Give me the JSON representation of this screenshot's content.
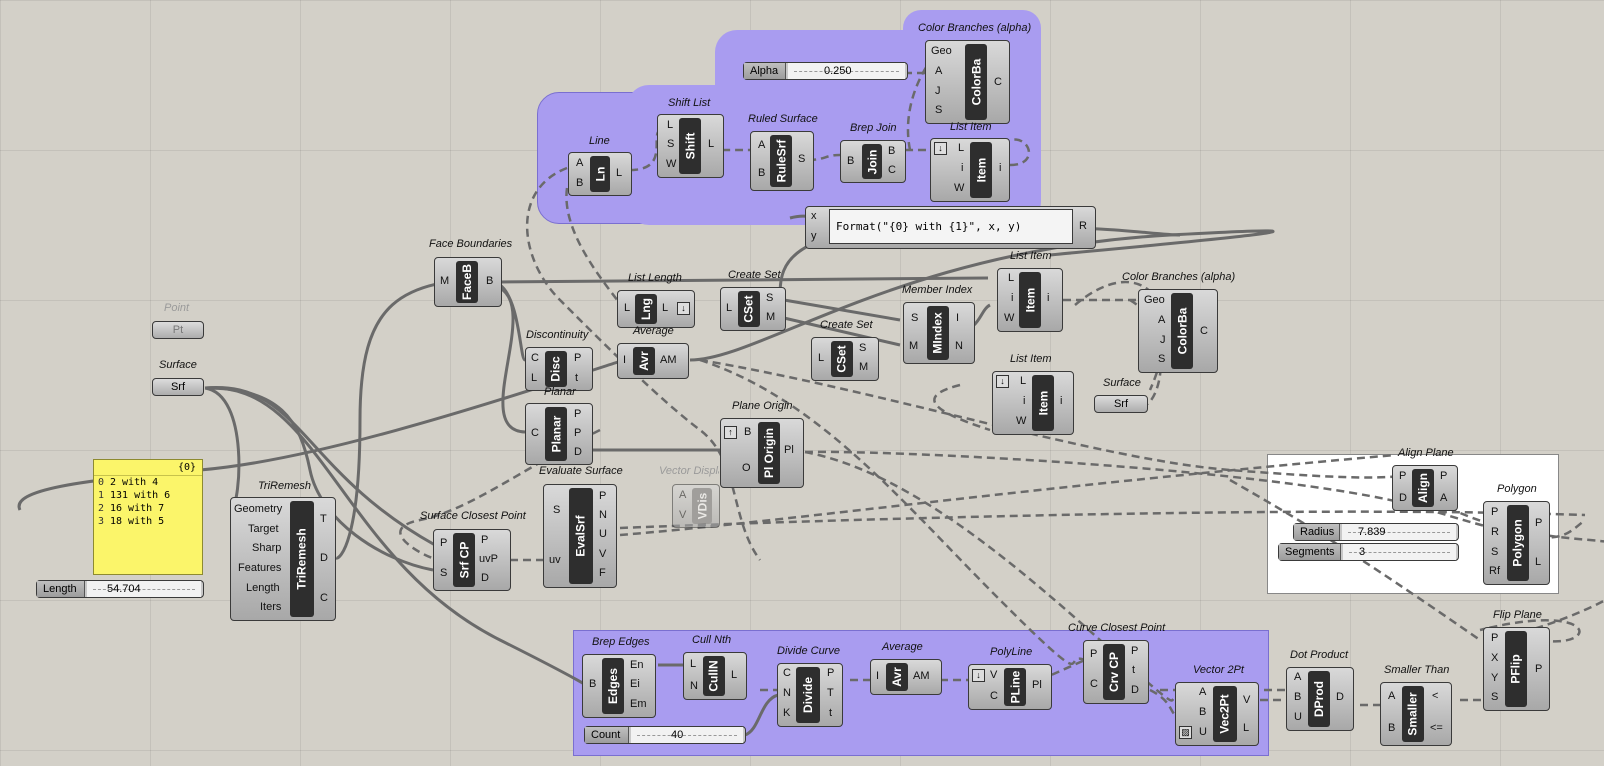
{
  "groups": [],
  "components": {
    "color_branches_1": {
      "title": "Color Branches (alpha)",
      "inputs": [
        "Geo",
        "A",
        "J",
        "S"
      ],
      "core": "ColorBa",
      "outputs": [
        "C"
      ]
    },
    "alpha_slider": {
      "label": "Alpha",
      "value": "0.250"
    },
    "shift_list": {
      "title": "Shift List",
      "inputs": [
        "L",
        "S",
        "W"
      ],
      "core": "Shift",
      "outputs": [
        "L"
      ]
    },
    "ruled_surface": {
      "title": "Ruled Surface",
      "inputs": [
        "A",
        "B"
      ],
      "core": "RuleSrf",
      "outputs": [
        "S"
      ]
    },
    "brep_join": {
      "title": "Brep Join",
      "inputs": [
        "B"
      ],
      "core": "Join",
      "outputs": [
        "B",
        "C"
      ]
    },
    "list_item_1": {
      "title": "List Item",
      "inputs": [
        "L",
        "i",
        "W"
      ],
      "core": "Item",
      "outputs": [
        "i"
      ]
    },
    "line": {
      "title": "Line",
      "inputs": [
        "A",
        "B"
      ],
      "core": "Ln",
      "outputs": [
        "L"
      ]
    },
    "format": {
      "inputs": [
        "x",
        "y"
      ],
      "expression": "Format(\"{0} with {1}\", x, y)",
      "outputs": [
        "R"
      ]
    },
    "face_boundaries": {
      "title": "Face Boundaries",
      "inputs": [
        "M"
      ],
      "core": "FaceB",
      "outputs": [
        "B"
      ]
    },
    "list_length": {
      "title": "List Length",
      "inputs": [
        "L"
      ],
      "core": "Lng",
      "outputs": [
        "L"
      ]
    },
    "create_set_1": {
      "title": "Create Set",
      "inputs": [
        "L"
      ],
      "core": "CSet",
      "outputs": [
        "S",
        "M"
      ]
    },
    "list_item_2": {
      "title": "List Item",
      "inputs": [
        "L",
        "i",
        "W"
      ],
      "core": "Item",
      "outputs": [
        "i"
      ]
    },
    "color_branches_2": {
      "title": "Color Branches (alpha)",
      "inputs": [
        "Geo",
        "A",
        "J",
        "S"
      ],
      "core": "ColorBa",
      "outputs": [
        "C"
      ]
    },
    "member_index": {
      "title": "Member Index",
      "inputs": [
        "S",
        "M"
      ],
      "core": "MIndex",
      "outputs": [
        "I",
        "N"
      ]
    },
    "create_set_2": {
      "title": "Create Set",
      "inputs": [
        "L"
      ],
      "core": "CSet",
      "outputs": [
        "S",
        "M"
      ]
    },
    "point": {
      "title": "Point",
      "label": "Pt"
    },
    "discontinuity": {
      "title": "Discontinuity",
      "inputs": [
        "C",
        "L"
      ],
      "core": "Disc",
      "outputs": [
        "P",
        "t"
      ]
    },
    "average_1": {
      "title": "Average",
      "inputs": [
        "I"
      ],
      "core": "Avr",
      "outputs": [
        "AM"
      ]
    },
    "list_item_3": {
      "title": "List Item",
      "inputs": [
        "L",
        "i",
        "W"
      ],
      "core": "Item",
      "outputs": [
        "i"
      ]
    },
    "surface_param_1": {
      "title": "Surface",
      "label": "Srf"
    },
    "surface_param_2": {
      "title": "Surface",
      "label": "Srf"
    },
    "planar": {
      "title": "Planar",
      "inputs": [
        "C"
      ],
      "core": "Planar",
      "outputs": [
        "P",
        "P",
        "D"
      ]
    },
    "plane_origin": {
      "title": "Plane Origin",
      "inputs": [
        "B",
        "O"
      ],
      "core": "Pl Origin",
      "outputs": [
        "Pl"
      ]
    },
    "panel": {
      "header": "{0}",
      "rows": [
        {
          "i": "0",
          "t": "2 with 4"
        },
        {
          "i": "1",
          "t": "131 with 6"
        },
        {
          "i": "2",
          "t": "16 with 7"
        },
        {
          "i": "3",
          "t": "18 with 5"
        }
      ]
    },
    "trimesh": {
      "title": "TriRemesh",
      "inputs": [
        "Geometry",
        "Target",
        "Sharp",
        "Features",
        "Length",
        "Iters"
      ],
      "core": "TriRemesh",
      "outputs": [
        "T",
        "D",
        "C"
      ]
    },
    "length_slider": {
      "label": "Length",
      "value": "54.704"
    },
    "evaluate_surface": {
      "title": "Evaluate Surface",
      "inputs": [
        "S",
        "uv"
      ],
      "core": "EvalSrf",
      "outputs": [
        "P",
        "N",
        "U",
        "V",
        "F"
      ]
    },
    "vector_display": {
      "title": "Vector Display",
      "inputs": [
        "A",
        "V"
      ],
      "core": "VDis"
    },
    "surface_closest_point": {
      "title": "Surface Closest Point",
      "inputs": [
        "P",
        "S"
      ],
      "core": "Srf CP",
      "outputs": [
        "P",
        "uvP",
        "D"
      ]
    },
    "align_plane": {
      "title": "Align Plane",
      "inputs": [
        "P",
        "D"
      ],
      "core": "Align",
      "outputs": [
        "P",
        "A"
      ]
    },
    "polygon": {
      "title": "Polygon",
      "inputs": [
        "P",
        "R",
        "S",
        "Rf"
      ],
      "core": "Polygon",
      "outputs": [
        "P",
        "L"
      ]
    },
    "radius_slider": {
      "label": "Radius",
      "value": "7.839"
    },
    "segments_slider": {
      "label": "Segments",
      "value": "3"
    },
    "brep_edges": {
      "title": "Brep Edges",
      "inputs": [
        "B"
      ],
      "core": "Edges",
      "outputs": [
        "En",
        "Ei",
        "Em"
      ]
    },
    "cull_nth": {
      "title": "Cull Nth",
      "inputs": [
        "L",
        "N"
      ],
      "core": "CullN",
      "outputs": [
        "L"
      ]
    },
    "divide_curve": {
      "title": "Divide Curve",
      "inputs": [
        "C",
        "N",
        "K"
      ],
      "core": "Divide",
      "outputs": [
        "P",
        "T",
        "t"
      ]
    },
    "average_2": {
      "title": "Average",
      "inputs": [
        "I"
      ],
      "core": "Avr",
      "outputs": [
        "AM"
      ]
    },
    "polyline": {
      "title": "PolyLine",
      "inputs": [
        "V",
        "C"
      ],
      "core": "PLine",
      "outputs": [
        "Pl"
      ]
    },
    "curve_closest_point": {
      "title": "Curve Closest Point",
      "inputs": [
        "P",
        "C"
      ],
      "core": "Crv CP",
      "outputs": [
        "P",
        "t",
        "D"
      ]
    },
    "vector_2pt": {
      "title": "Vector 2Pt",
      "inputs": [
        "A",
        "B",
        "U"
      ],
      "core": "Vec2Pt",
      "outputs": [
        "V",
        "L"
      ]
    },
    "dot_product": {
      "title": "Dot Product",
      "inputs": [
        "A",
        "B",
        "U"
      ],
      "core": "DProd",
      "outputs": [
        "D"
      ]
    },
    "smaller_than": {
      "title": "Smaller Than",
      "inputs": [
        "A",
        "B"
      ],
      "core": "Smaller",
      "outputs": [
        "<",
        "<="
      ]
    },
    "flip_plane": {
      "title": "Flip Plane",
      "inputs": [
        "P",
        "X",
        "Y",
        "S"
      ],
      "core": "PFlip",
      "outputs": [
        "P"
      ]
    },
    "count_slider": {
      "label": "Count",
      "value": "40"
    }
  },
  "colors": {
    "canvas": "#d3d0c8",
    "group_purple": "#a99cf0",
    "panel_yellow": "#fbf56a",
    "wire": "#6a6a6a"
  }
}
